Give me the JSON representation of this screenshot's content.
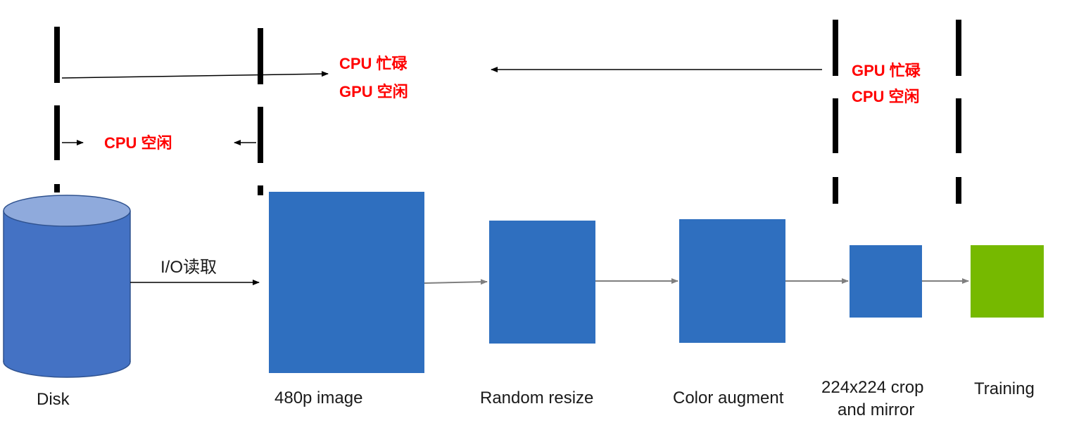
{
  "colors": {
    "box_blue": "#2F6FBF",
    "training_green": "#76B900",
    "disk_body": "#4472C4",
    "disk_top": "#8FAADC",
    "disk_outline": "#2F528F",
    "annotation_red": "#FF0000",
    "arrow_gray": "#7F7F7F"
  },
  "annotations": {
    "left_top_line1": "CPU 忙碌",
    "left_top_line2": "GPU 空闲",
    "right_line1": "GPU 忙碌",
    "right_line2": "CPU 空闲",
    "left_bottom": "CPU 空闲"
  },
  "io_label": "I/O读取",
  "stages": {
    "disk": "Disk",
    "image": "480p image",
    "resize": "Random resize",
    "color": "Color augment",
    "crop_line1": "224x224 crop",
    "crop_line2": "and mirror",
    "training": "Training"
  }
}
